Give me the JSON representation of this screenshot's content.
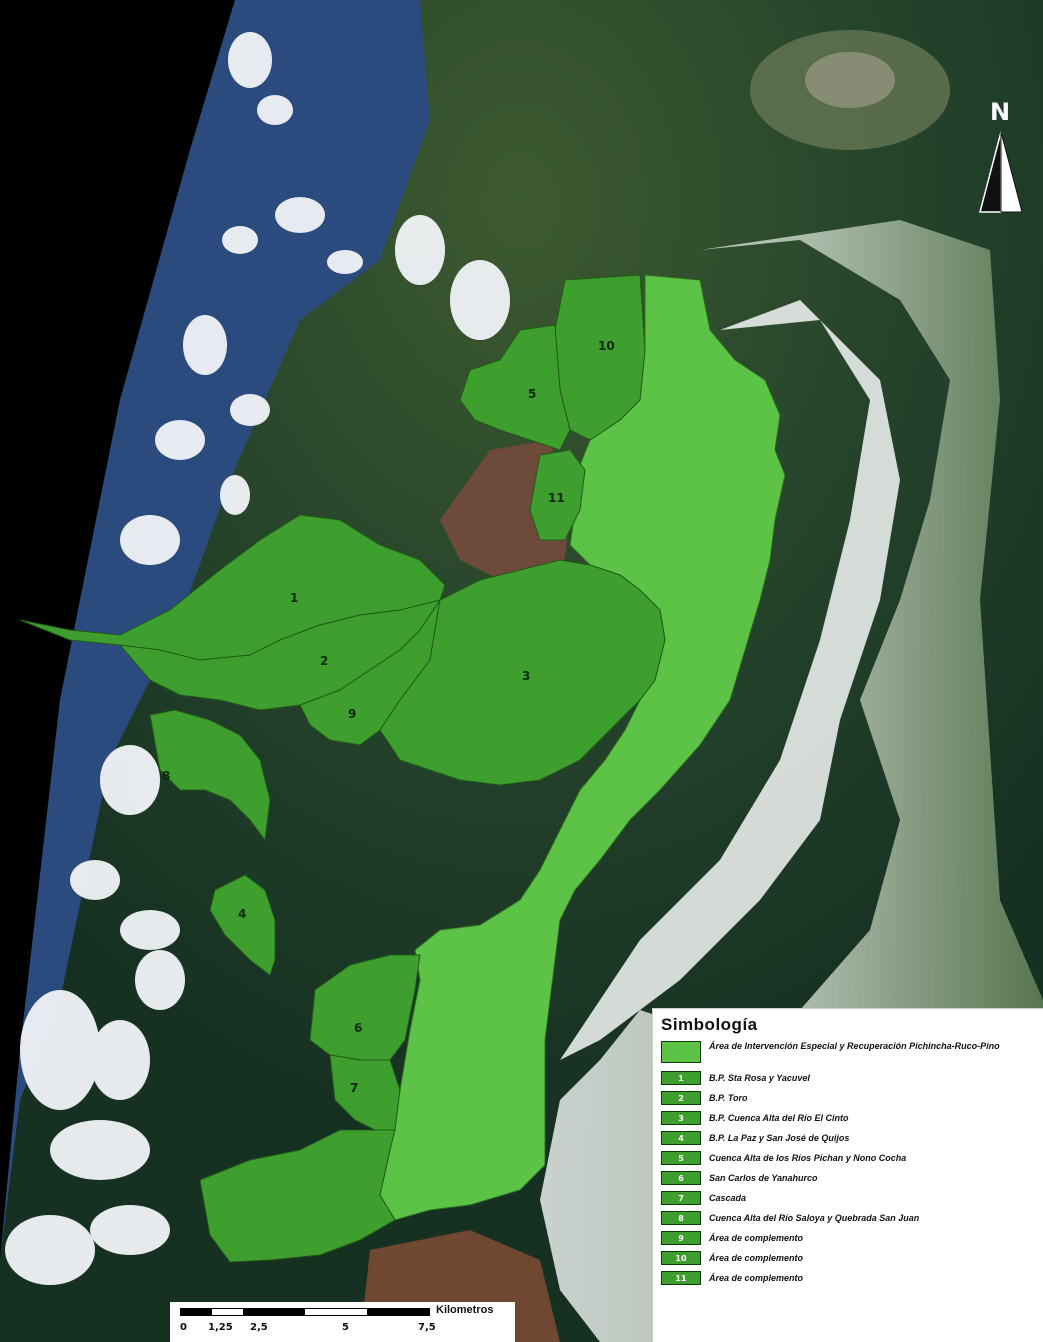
{
  "map": {
    "north_label": "N",
    "zones": [
      {
        "id": "1",
        "label": "1"
      },
      {
        "id": "2",
        "label": "2"
      },
      {
        "id": "3",
        "label": "3"
      },
      {
        "id": "4",
        "label": "4"
      },
      {
        "id": "5",
        "label": "5"
      },
      {
        "id": "6",
        "label": "6"
      },
      {
        "id": "7",
        "label": "7"
      },
      {
        "id": "8",
        "label": "8"
      },
      {
        "id": "9",
        "label": "9"
      },
      {
        "id": "10",
        "label": "10"
      },
      {
        "id": "11",
        "label": "11"
      }
    ]
  },
  "legend": {
    "title": "Simbología",
    "main_label": "Área de Intervención Especial y Recuperación Pichincha-Ruco-Pino",
    "items": [
      {
        "key": "1",
        "label": "B.P. Sta Rosa y Yacuvel"
      },
      {
        "key": "2",
        "label": "B.P. Toro"
      },
      {
        "key": "3",
        "label": "B.P. Cuenca Alta del Río El Cinto"
      },
      {
        "key": "4",
        "label": "B.P. La Paz y San José de Quijos"
      },
      {
        "key": "5",
        "label": "Cuenca Alta de los Ríos Pichan y Nono Cocha"
      },
      {
        "key": "6",
        "label": "San Carlos de Yanahurco"
      },
      {
        "key": "7",
        "label": "Cascada"
      },
      {
        "key": "8",
        "label": "Cuenca Alta del Río Saloya y Quebrada San Juan"
      },
      {
        "key": "9",
        "label": "Área de complemento"
      },
      {
        "key": "10",
        "label": "Área de complemento"
      },
      {
        "key": "11",
        "label": "Área de complemento"
      }
    ]
  },
  "scalebar": {
    "unit": "Kilometros",
    "ticks": [
      "0",
      "1,25",
      "2,5",
      "5",
      "7,5"
    ]
  },
  "colors": {
    "main_area": "#5dc346",
    "sub_zone": "#3f9f2e",
    "forest_dark": "#1f3d1e",
    "cloud": "#eef1f4",
    "urban": "#c9cfc9"
  }
}
